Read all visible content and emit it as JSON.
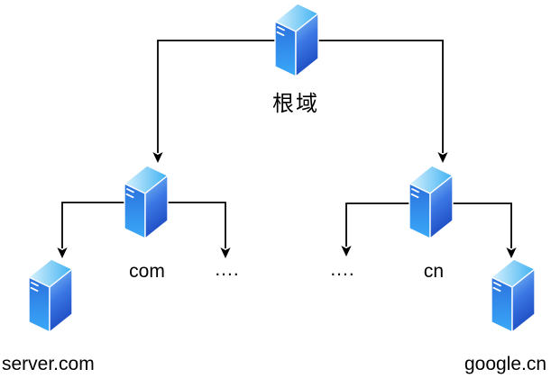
{
  "diagram": {
    "type": "dns-hierarchy-tree",
    "background": "#ffffff",
    "line_color": "#000000",
    "arrow_color": "#000000",
    "text_color": "#000000",
    "icon": {
      "name": "server-icon",
      "colors": {
        "top_light": "#d8f2fd",
        "top_dark": "#3fb1f2",
        "left_top": "#2b71de",
        "left_bottom": "#3aa9f8",
        "front_top": "#84c4f7",
        "front_mid": "#3b77e4",
        "front_bottom": "#1c4ac1",
        "edge": "#ffffff"
      }
    },
    "nodes": {
      "root": {
        "label": "根域"
      },
      "com": {
        "label": "com"
      },
      "cn": {
        "label": "cn"
      },
      "dots_left": {
        "label": "...."
      },
      "dots_right": {
        "label": "...."
      },
      "server_com": {
        "label": "server.com"
      },
      "google_cn": {
        "label": "google.cn"
      }
    },
    "edges": [
      {
        "from": "root",
        "to": "com"
      },
      {
        "from": "root",
        "to": "cn"
      },
      {
        "from": "com",
        "to": "server_com"
      },
      {
        "from": "com",
        "to": "dots_left"
      },
      {
        "from": "cn",
        "to": "dots_right"
      },
      {
        "from": "cn",
        "to": "google_cn"
      }
    ]
  }
}
